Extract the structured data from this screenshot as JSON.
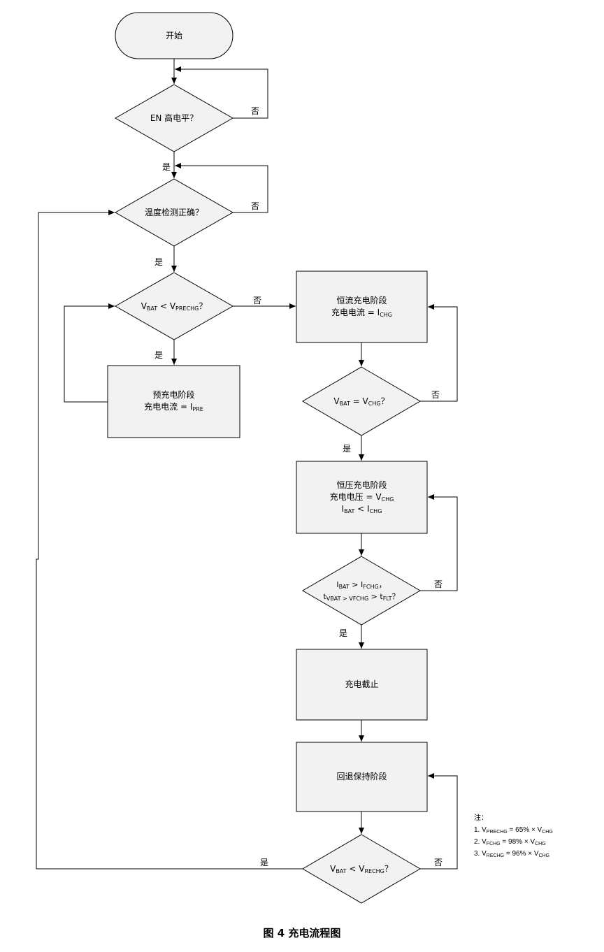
{
  "nodes": {
    "start": "开始",
    "en_check": "EN 高电平？",
    "temp_check": "温度检测正确？",
    "vbat_prechg_check": {
      "v": "V",
      "bat": "BAT",
      "op": " < V",
      "sub": "PRECHG",
      "q": "？"
    },
    "precharge": {
      "title": "预充电阶段",
      "line2": "充电电流 = I",
      "sub": "PRE"
    },
    "cc_stage": {
      "title": "恒流充电阶段",
      "line2": "充电电流 = I",
      "sub": "CHG"
    },
    "vbat_vchg_check": {
      "v": "V",
      "bat": "BAT",
      "op": " = V",
      "sub": "CHG",
      "q": "？"
    },
    "cv_stage": {
      "title": "恒压充电阶段",
      "line2": "充电电压 = V",
      "sub2": "CHG",
      "line3a": "I",
      "sub3a": "BAT",
      "line3b": " < I",
      "sub3b": "CHG"
    },
    "term_check": {
      "i": "I",
      "bat": "BAT",
      "op": " > I",
      "fchg": "FCHG",
      "comma": "，",
      "t": "t",
      "tsub": "VBAT > VFCHG",
      "op2": " > t",
      "flt": "FLT",
      "q": "？"
    },
    "charge_stop": "充电截止",
    "recharge_hold": "回退保持阶段",
    "vbat_rechg_check": {
      "v": "V",
      "bat": "BAT",
      "op": " < V",
      "sub": "RECHG",
      "q": "？"
    }
  },
  "labels": {
    "yes": "是",
    "no": "否"
  },
  "notes": {
    "title": "注：",
    "n1": {
      "a": "1. V",
      "s1": "PRECHG",
      "b": " = 65% × V",
      "s2": "CHG"
    },
    "n2": {
      "a": "2. V",
      "s1": "FCHG",
      "b": " = 98% × V",
      "s2": "CHG"
    },
    "n3": {
      "a": "3. V",
      "s1": "RECHG",
      "b": " = 96% × V",
      "s2": "CHG"
    }
  },
  "caption": "图 4  充电流程图",
  "colors": {
    "box_fill": "#f2f2f2",
    "line": "#000000"
  }
}
